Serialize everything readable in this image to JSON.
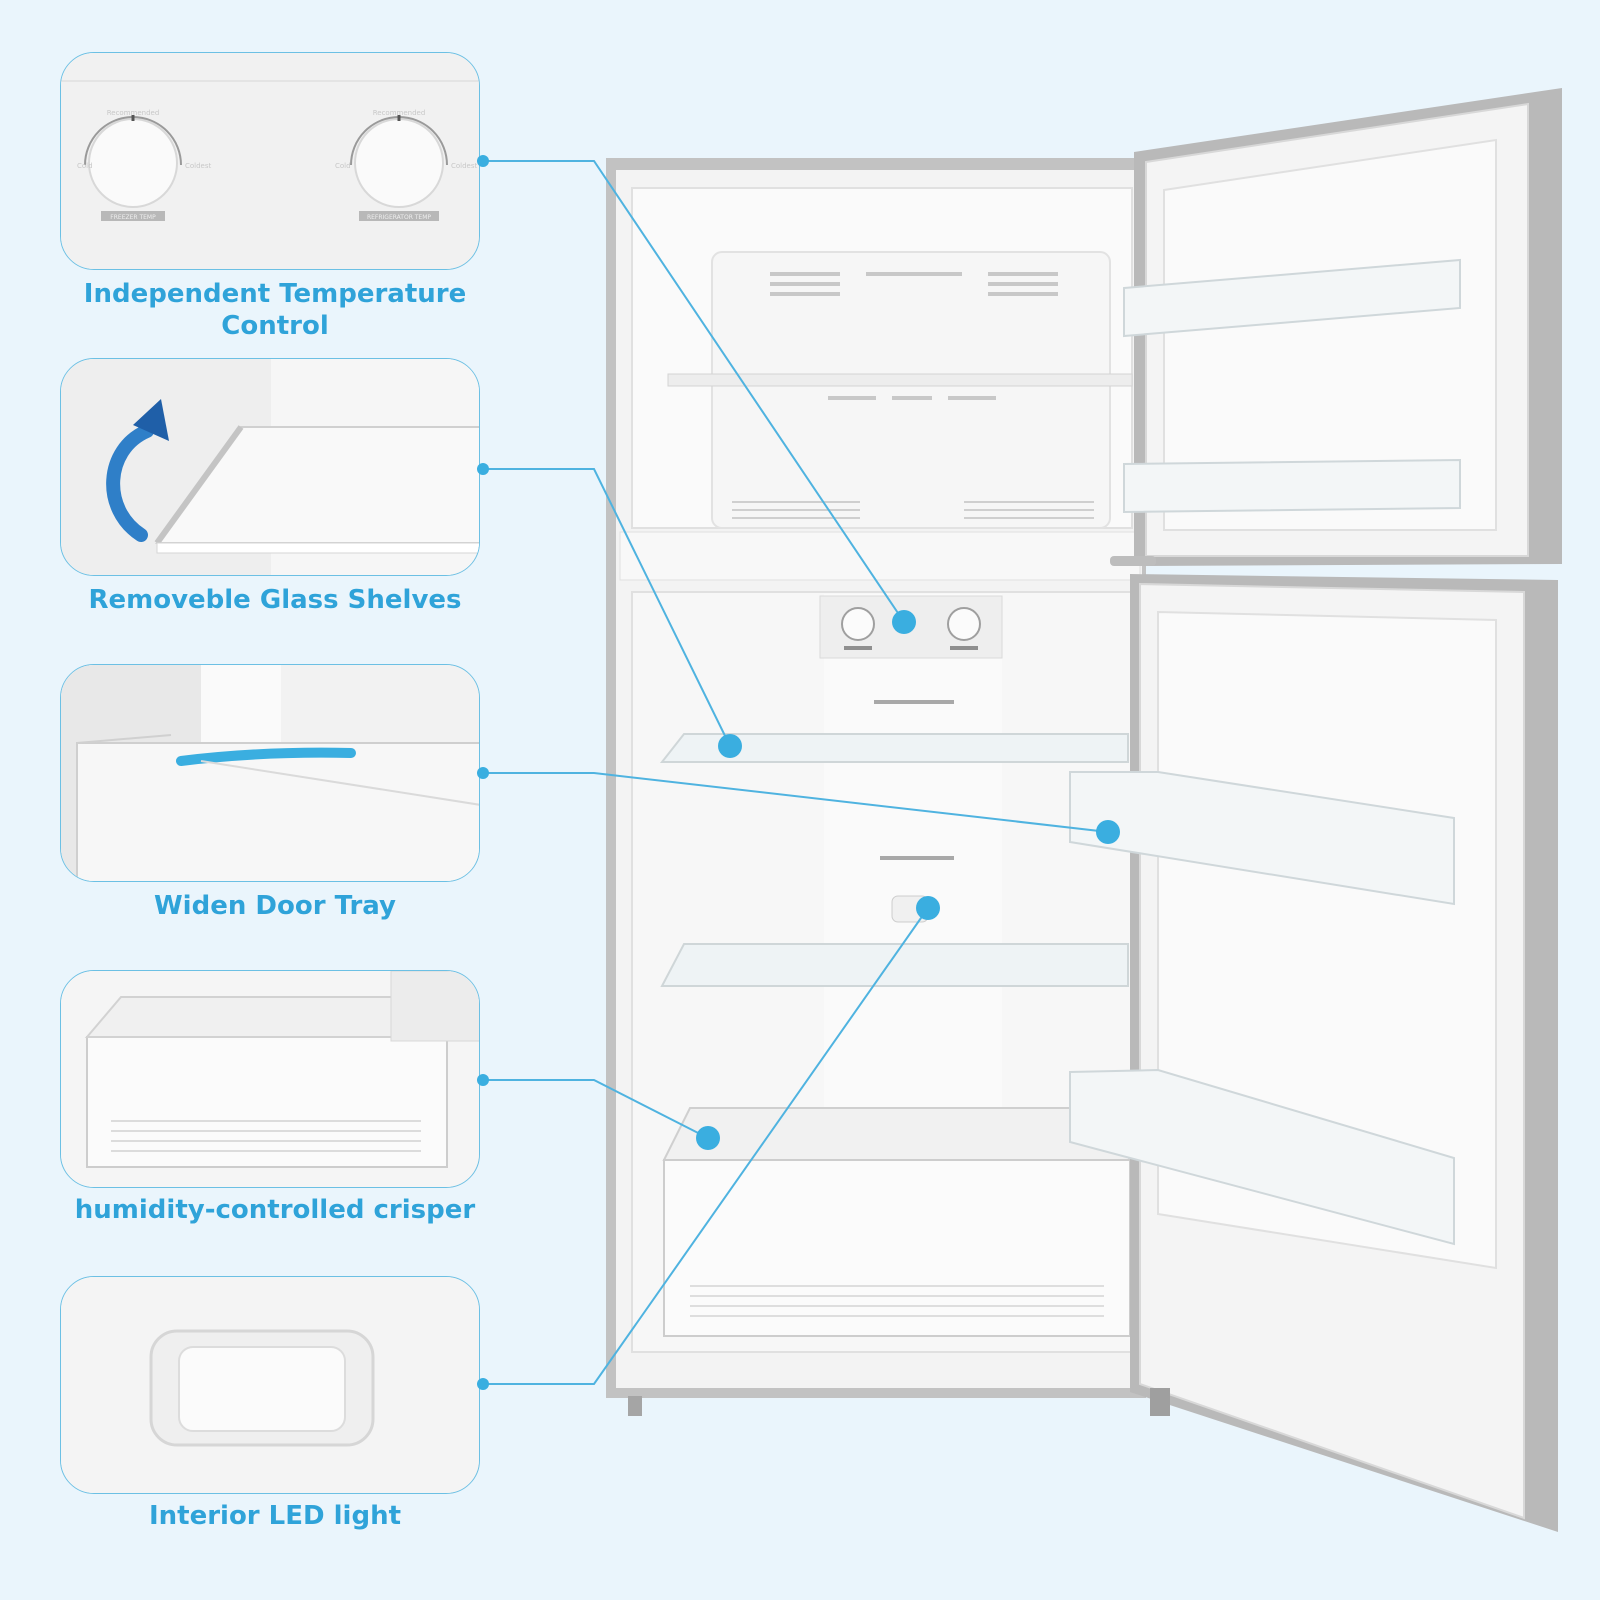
{
  "features": [
    {
      "id": "temp",
      "label": "Independent Temperature Control",
      "icon": "temperature-dial-icon"
    },
    {
      "id": "glass",
      "label": "Removeble Glass Shelves",
      "icon": "glass-shelf-icon"
    },
    {
      "id": "tray",
      "label": "Widen Door Tray",
      "icon": "door-tray-icon"
    },
    {
      "id": "crisper",
      "label": "humidity-controlled crisper",
      "icon": "crisper-drawer-icon"
    },
    {
      "id": "led",
      "label": "Interior LED light",
      "icon": "led-light-icon"
    }
  ],
  "dials": {
    "freezer": {
      "top": "Recommended",
      "left": "Cold",
      "right": "Coldest",
      "plate": "FREEZER TEMP"
    },
    "fridge": {
      "top": "Recommended",
      "left": "Cold",
      "right": "Coldest",
      "plate": "REFRIGERATOR TEMP"
    }
  },
  "colors": {
    "accent": "#2fa3d9",
    "marker": "#3aaee0",
    "line": "#4fb3e0",
    "background": "#eaf5fc",
    "steel": "#b5b5b5"
  }
}
